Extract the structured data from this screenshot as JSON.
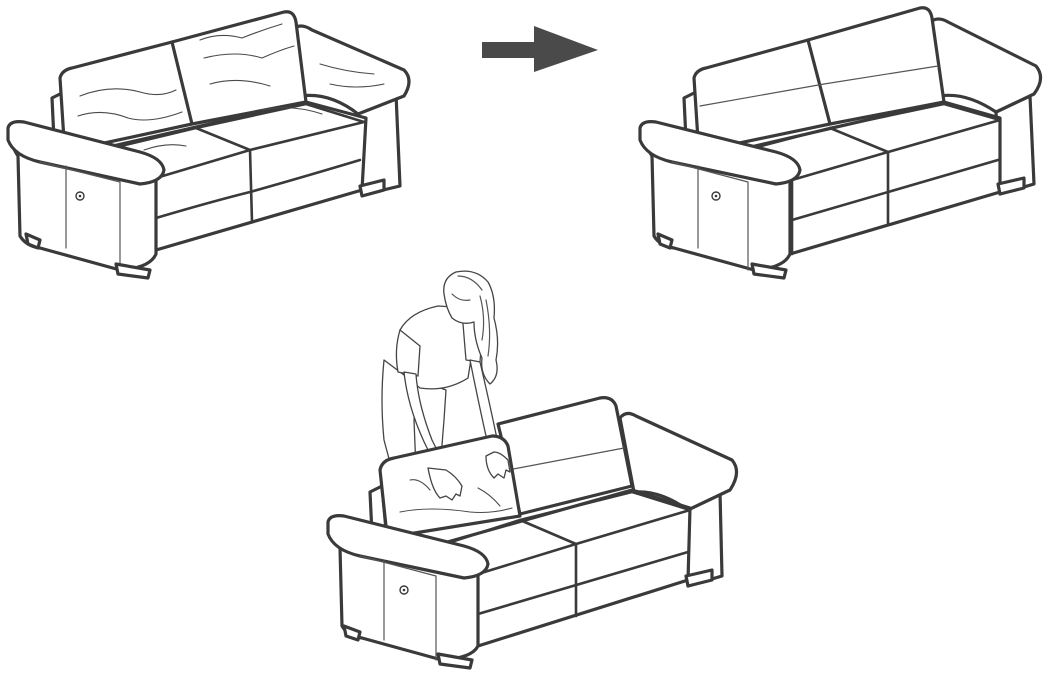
{
  "figure": {
    "panels": [
      {
        "id": "before",
        "state": "wrinkled"
      },
      {
        "id": "after",
        "state": "smooth"
      },
      {
        "id": "procedure",
        "state": "person-smoothing-back-cushion"
      }
    ],
    "arrow": {
      "direction": "right",
      "color": "#4a4a4a"
    },
    "line_color": "#3a3a3a",
    "background": "#ffffff",
    "icons": [
      "arrow-right-icon",
      "recliner-button-icon"
    ]
  }
}
